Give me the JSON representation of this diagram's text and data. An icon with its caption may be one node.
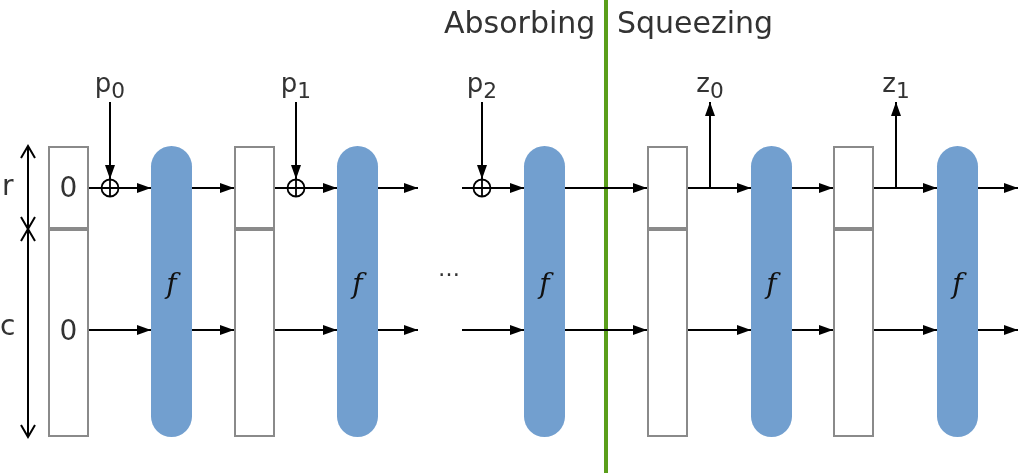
{
  "diagram": {
    "nodes": [
      {
        "text": [
          "0"
        ]
      },
      {
        "text": [
          "0"
        ]
      },
      {
        "text": [],
        "shape": "circle"
      },
      {
        "text": [
          "f"
        ]
      },
      {
        "text": [],
        "shape": "box"
      },
      {
        "text": [],
        "shape": "box"
      },
      {
        "text": [],
        "shape": "circle"
      },
      {
        "text": [
          "f"
        ]
      },
      {
        "text": [],
        "shape": "circle"
      },
      {
        "text": [
          "f"
        ]
      },
      {
        "text": [],
        "shape": "box"
      },
      {
        "text": [],
        "shape": "box"
      },
      {
        "text": [
          "f"
        ]
      },
      {
        "text": [],
        "shape": "box"
      },
      {
        "text": [],
        "shape": "box"
      },
      {
        "text": [
          "f"
        ]
      },
      {
        "text": [
          "p$_{0}$"
        ]
      },
      {
        "text": [
          "p$_{1}$"
        ]
      },
      {
        "text": [
          "p$_{2}$"
        ]
      },
      {
        "text": [
          "z$_{0}$"
        ]
      },
      {
        "text": [
          "z$_{1}$"
        ]
      }
    ],
    "edges": [
      {
        "from": 0,
        "to": 2,
        "arrow": "none"
      },
      {
        "from": 2,
        "to": 3,
        "arrow": "to"
      },
      {
        "from": 3,
        "to": 4,
        "arrow": "to"
      },
      {
        "from": 4,
        "to": 6,
        "arrow": "none"
      },
      {
        "from": 6,
        "to": 7,
        "arrow": "to"
      },
      {
        "from": 7,
        "to": null,
        "arrow": "to"
      },
      {
        "from": null,
        "to": 8,
        "arrow": "none"
      },
      {
        "from": 8,
        "to": 9,
        "arrow": "to"
      },
      {
        "from": 9,
        "to": 10,
        "arrow": "to"
      },
      {
        "from": 10,
        "to": 12,
        "arrow": "to"
      },
      {
        "from": 10,
        "to": 19,
        "arrow": "to"
      },
      {
        "from": 12,
        "to": 13,
        "arrow": "to"
      },
      {
        "from": 13,
        "to": 15,
        "arrow": "to"
      },
      {
        "from": 13,
        "to": 20,
        "arrow": "to"
      },
      {
        "from": 15,
        "to": null,
        "arrow": "to"
      },
      {
        "from": 1,
        "to": 3,
        "arrow": "to"
      },
      {
        "from": 3,
        "to": 5,
        "arrow": "to"
      },
      {
        "from": 5,
        "to": 7,
        "arrow": "to"
      },
      {
        "from": 7,
        "to": null,
        "arrow": "to"
      },
      {
        "from": null,
        "to": 9,
        "arrow": "to"
      },
      {
        "from": 9,
        "to": 11,
        "arrow": "to"
      },
      {
        "from": 11,
        "to": 12,
        "arrow": "to"
      },
      {
        "from": 12,
        "to": 14,
        "arrow": "to"
      },
      {
        "from": 14,
        "to": 15,
        "arrow": "to"
      },
      {
        "from": 15,
        "to": null,
        "arrow": "to"
      },
      {
        "from": 16,
        "to": 2,
        "arrow": "to"
      },
      {
        "from": 17,
        "to": 6,
        "arrow": "to"
      },
      {
        "from": 18,
        "to": 8,
        "arrow": "to"
      }
    ],
    "labels": [
      "Absorbing",
      "Squeezing",
      "r",
      "c",
      "…"
    ]
  }
}
